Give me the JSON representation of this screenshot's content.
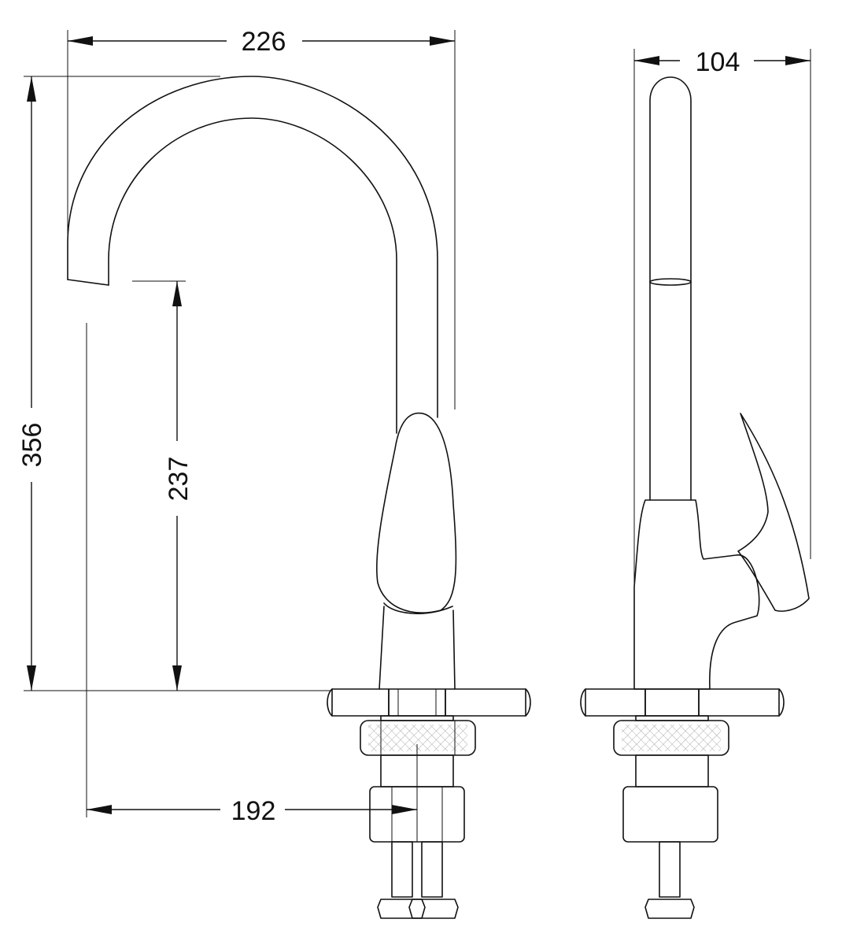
{
  "dimensions": {
    "overall_width": "226",
    "side_depth": "104",
    "overall_height": "356",
    "spout_height": "237",
    "spout_reach": "192"
  }
}
